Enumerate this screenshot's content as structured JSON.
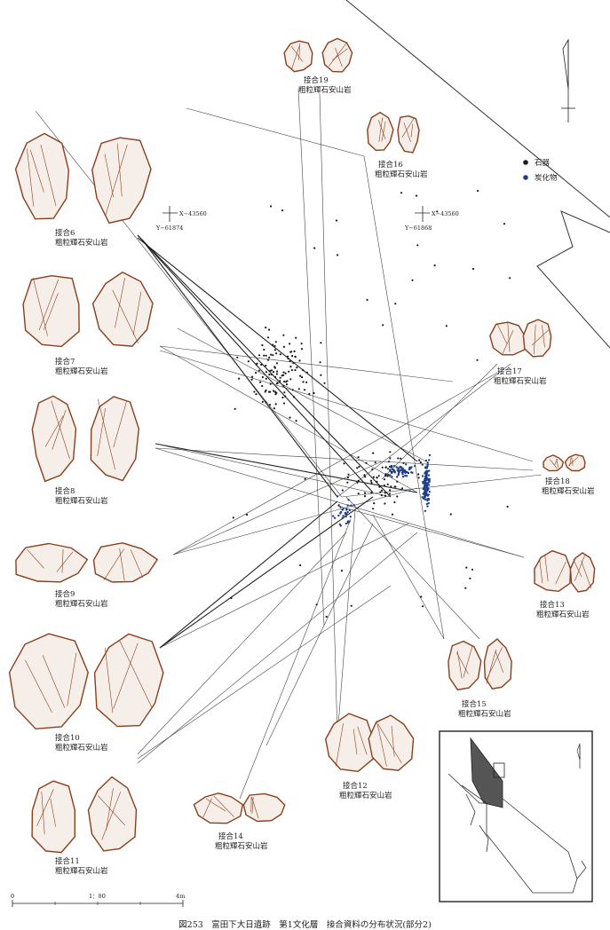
{
  "figure": {
    "caption": "図253　富田下大日遺跡　第1文化層　接合資料の分布状況(部分2)"
  },
  "legend": {
    "items": [
      {
        "label": "石器",
        "color": "#1a1a1a"
      },
      {
        "label": "炭化物",
        "color": "#1f3f8c"
      }
    ]
  },
  "grid_markers": [
    {
      "x_label": "X−43560",
      "y_label": "Y−61874"
    },
    {
      "x_label": "X−43560",
      "y_label": "Y−61868"
    }
  ],
  "scale_bar": {
    "left": "0",
    "mid": "1：80",
    "right": "4m"
  },
  "refits": [
    {
      "id": "19",
      "name": "接合19",
      "material": "粗粒輝石安山岩"
    },
    {
      "id": "16",
      "name": "接合16",
      "material": "粗粒輝石安山岩"
    },
    {
      "id": "6",
      "name": "接合6",
      "material": "粗粒輝石安山岩"
    },
    {
      "id": "7",
      "name": "接合7",
      "material": "粗粒輝石安山岩"
    },
    {
      "id": "17",
      "name": "接合17",
      "material": "粗粒輝石安山岩"
    },
    {
      "id": "8",
      "name": "接合8",
      "material": "粗粒輝石安山岩"
    },
    {
      "id": "18",
      "name": "接合18",
      "material": "粗粒輝石安山岩"
    },
    {
      "id": "9",
      "name": "接合9",
      "material": "粗粒輝石安山岩"
    },
    {
      "id": "13",
      "name": "接合13",
      "material": "粗粒輝石安山岩"
    },
    {
      "id": "10",
      "name": "接合10",
      "material": "粗粒輝石安山岩"
    },
    {
      "id": "15",
      "name": "接合15",
      "material": "粗粒輝石安山岩"
    },
    {
      "id": "12",
      "name": "接合12",
      "material": "粗粒輝石安山岩"
    },
    {
      "id": "11",
      "name": "接合11",
      "material": "粗粒輝石安山岩"
    },
    {
      "id": "14",
      "name": "接合14",
      "material": "粗粒輝石安山岩"
    }
  ],
  "colors": {
    "artifact_outline": "#8a3f1c",
    "lithic_dot": "#1a1a1a",
    "charcoal_dot": "#1f3f8c"
  }
}
